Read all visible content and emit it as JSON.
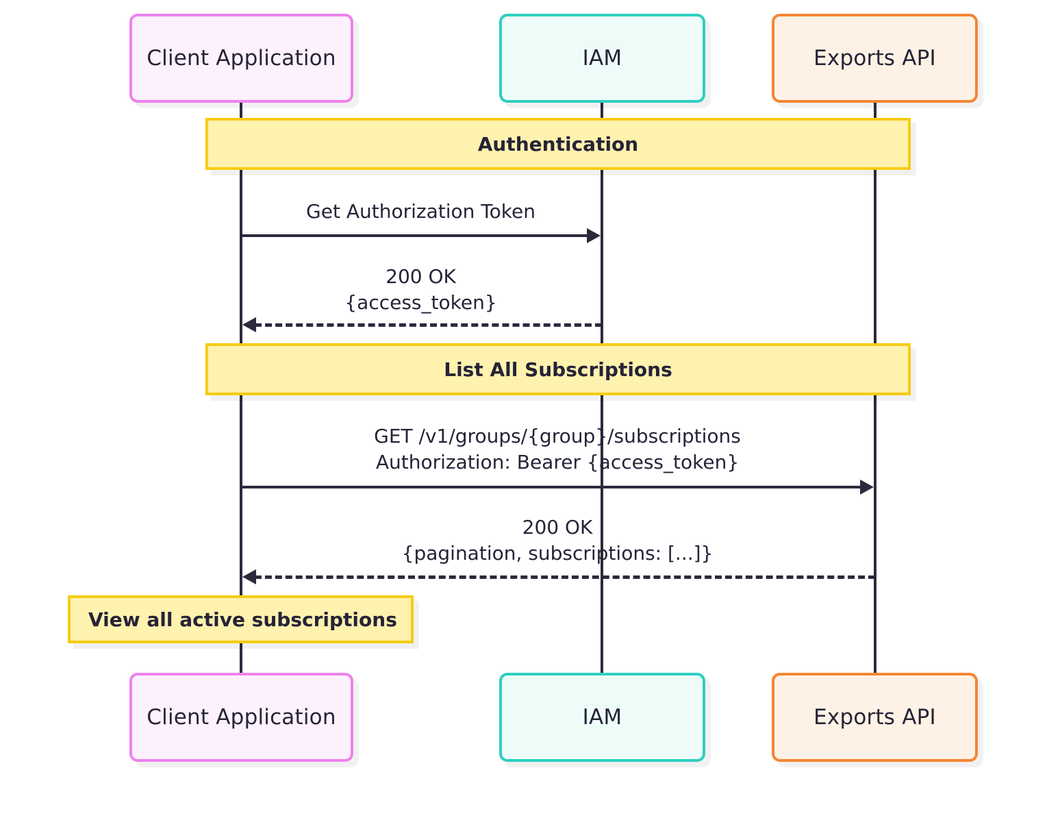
{
  "diagram": {
    "type": "sequence-diagram",
    "title": "",
    "background_color": "#ffffff",
    "line_color": "#2b2a3d"
  },
  "participants": [
    {
      "id": "client",
      "label": "Client Application",
      "border_color": "#ee82ee",
      "fill_color": "#fdf1fd"
    },
    {
      "id": "iam",
      "label": "IAM",
      "border_color": "#2ecfc0",
      "fill_color": "#eefcf9"
    },
    {
      "id": "api",
      "label": "Exports API",
      "border_color": "#f58634",
      "fill_color": "#fdf2e5"
    }
  ],
  "sections": [
    {
      "id": "authentication",
      "label": "Authentication"
    },
    {
      "id": "list-all-subscriptions",
      "label": "List All Subscriptions"
    }
  ],
  "messages": [
    {
      "id": "get-authorization-token",
      "from": "client",
      "to": "iam",
      "style": "solid",
      "direction": "right",
      "line1": "Get Authorization Token",
      "line2": ""
    },
    {
      "id": "token-response",
      "from": "iam",
      "to": "client",
      "style": "dashed",
      "direction": "left",
      "line1": "200 OK",
      "line2": "{access_token}"
    },
    {
      "id": "list-subscriptions-request",
      "from": "client",
      "to": "api",
      "style": "solid",
      "direction": "right",
      "line1": "GET /v1/groups/{group}/subscriptions",
      "line2": "Authorization: Bearer {access_token}"
    },
    {
      "id": "list-subscriptions-response",
      "from": "api",
      "to": "client",
      "style": "dashed",
      "direction": "left",
      "line1": "200 OK",
      "line2": "{pagination, subscriptions: [...]}"
    }
  ],
  "notes": [
    {
      "id": "view-all-active-subscriptions",
      "over": "client",
      "label": "View all active subscriptions",
      "fill_color": "#fff2ae",
      "border_color": "#f6cc16"
    }
  ]
}
